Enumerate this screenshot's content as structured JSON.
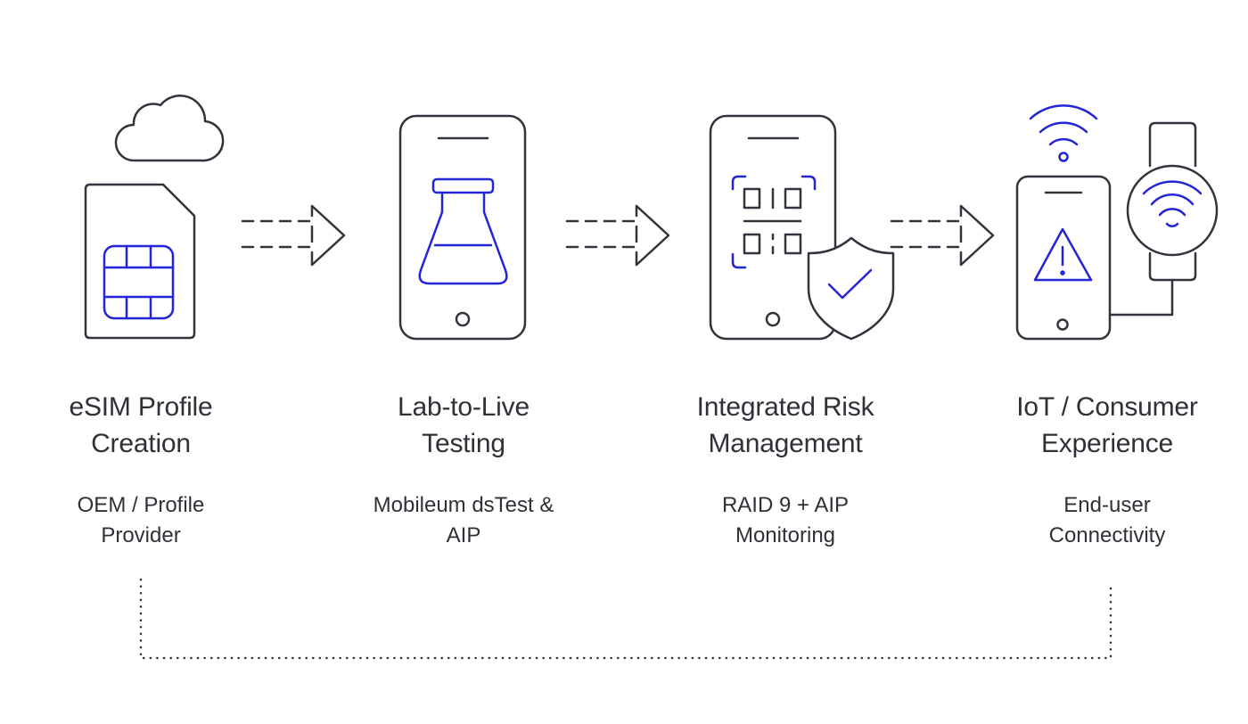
{
  "colors": {
    "stroke": "#30343d",
    "accent": "#2424d8",
    "text": "#2e3138",
    "background": "#ffffff"
  },
  "stages": [
    {
      "icon": "esim-card-icon",
      "title_line1": "eSIM Profile",
      "title_line2": "Creation",
      "sub_line1": "OEM / Profile",
      "sub_line2": "Provider"
    },
    {
      "icon": "flask-phone-icon",
      "title_line1": "Lab-to-Live",
      "title_line2": "Testing",
      "sub_line1": "Mobileum dsTest &",
      "sub_line2": "AIP"
    },
    {
      "icon": "qr-shield-phone-icon",
      "title_line1": "Integrated Risk",
      "title_line2": "Management",
      "sub_line1": "RAID 9 + AIP",
      "sub_line2": "Monitoring"
    },
    {
      "icon": "iot-phone-watch-icon",
      "title_line1": "IoT / Consumer",
      "title_line2": "Experience",
      "sub_line1": "End-user",
      "sub_line2": "Connectivity"
    }
  ]
}
